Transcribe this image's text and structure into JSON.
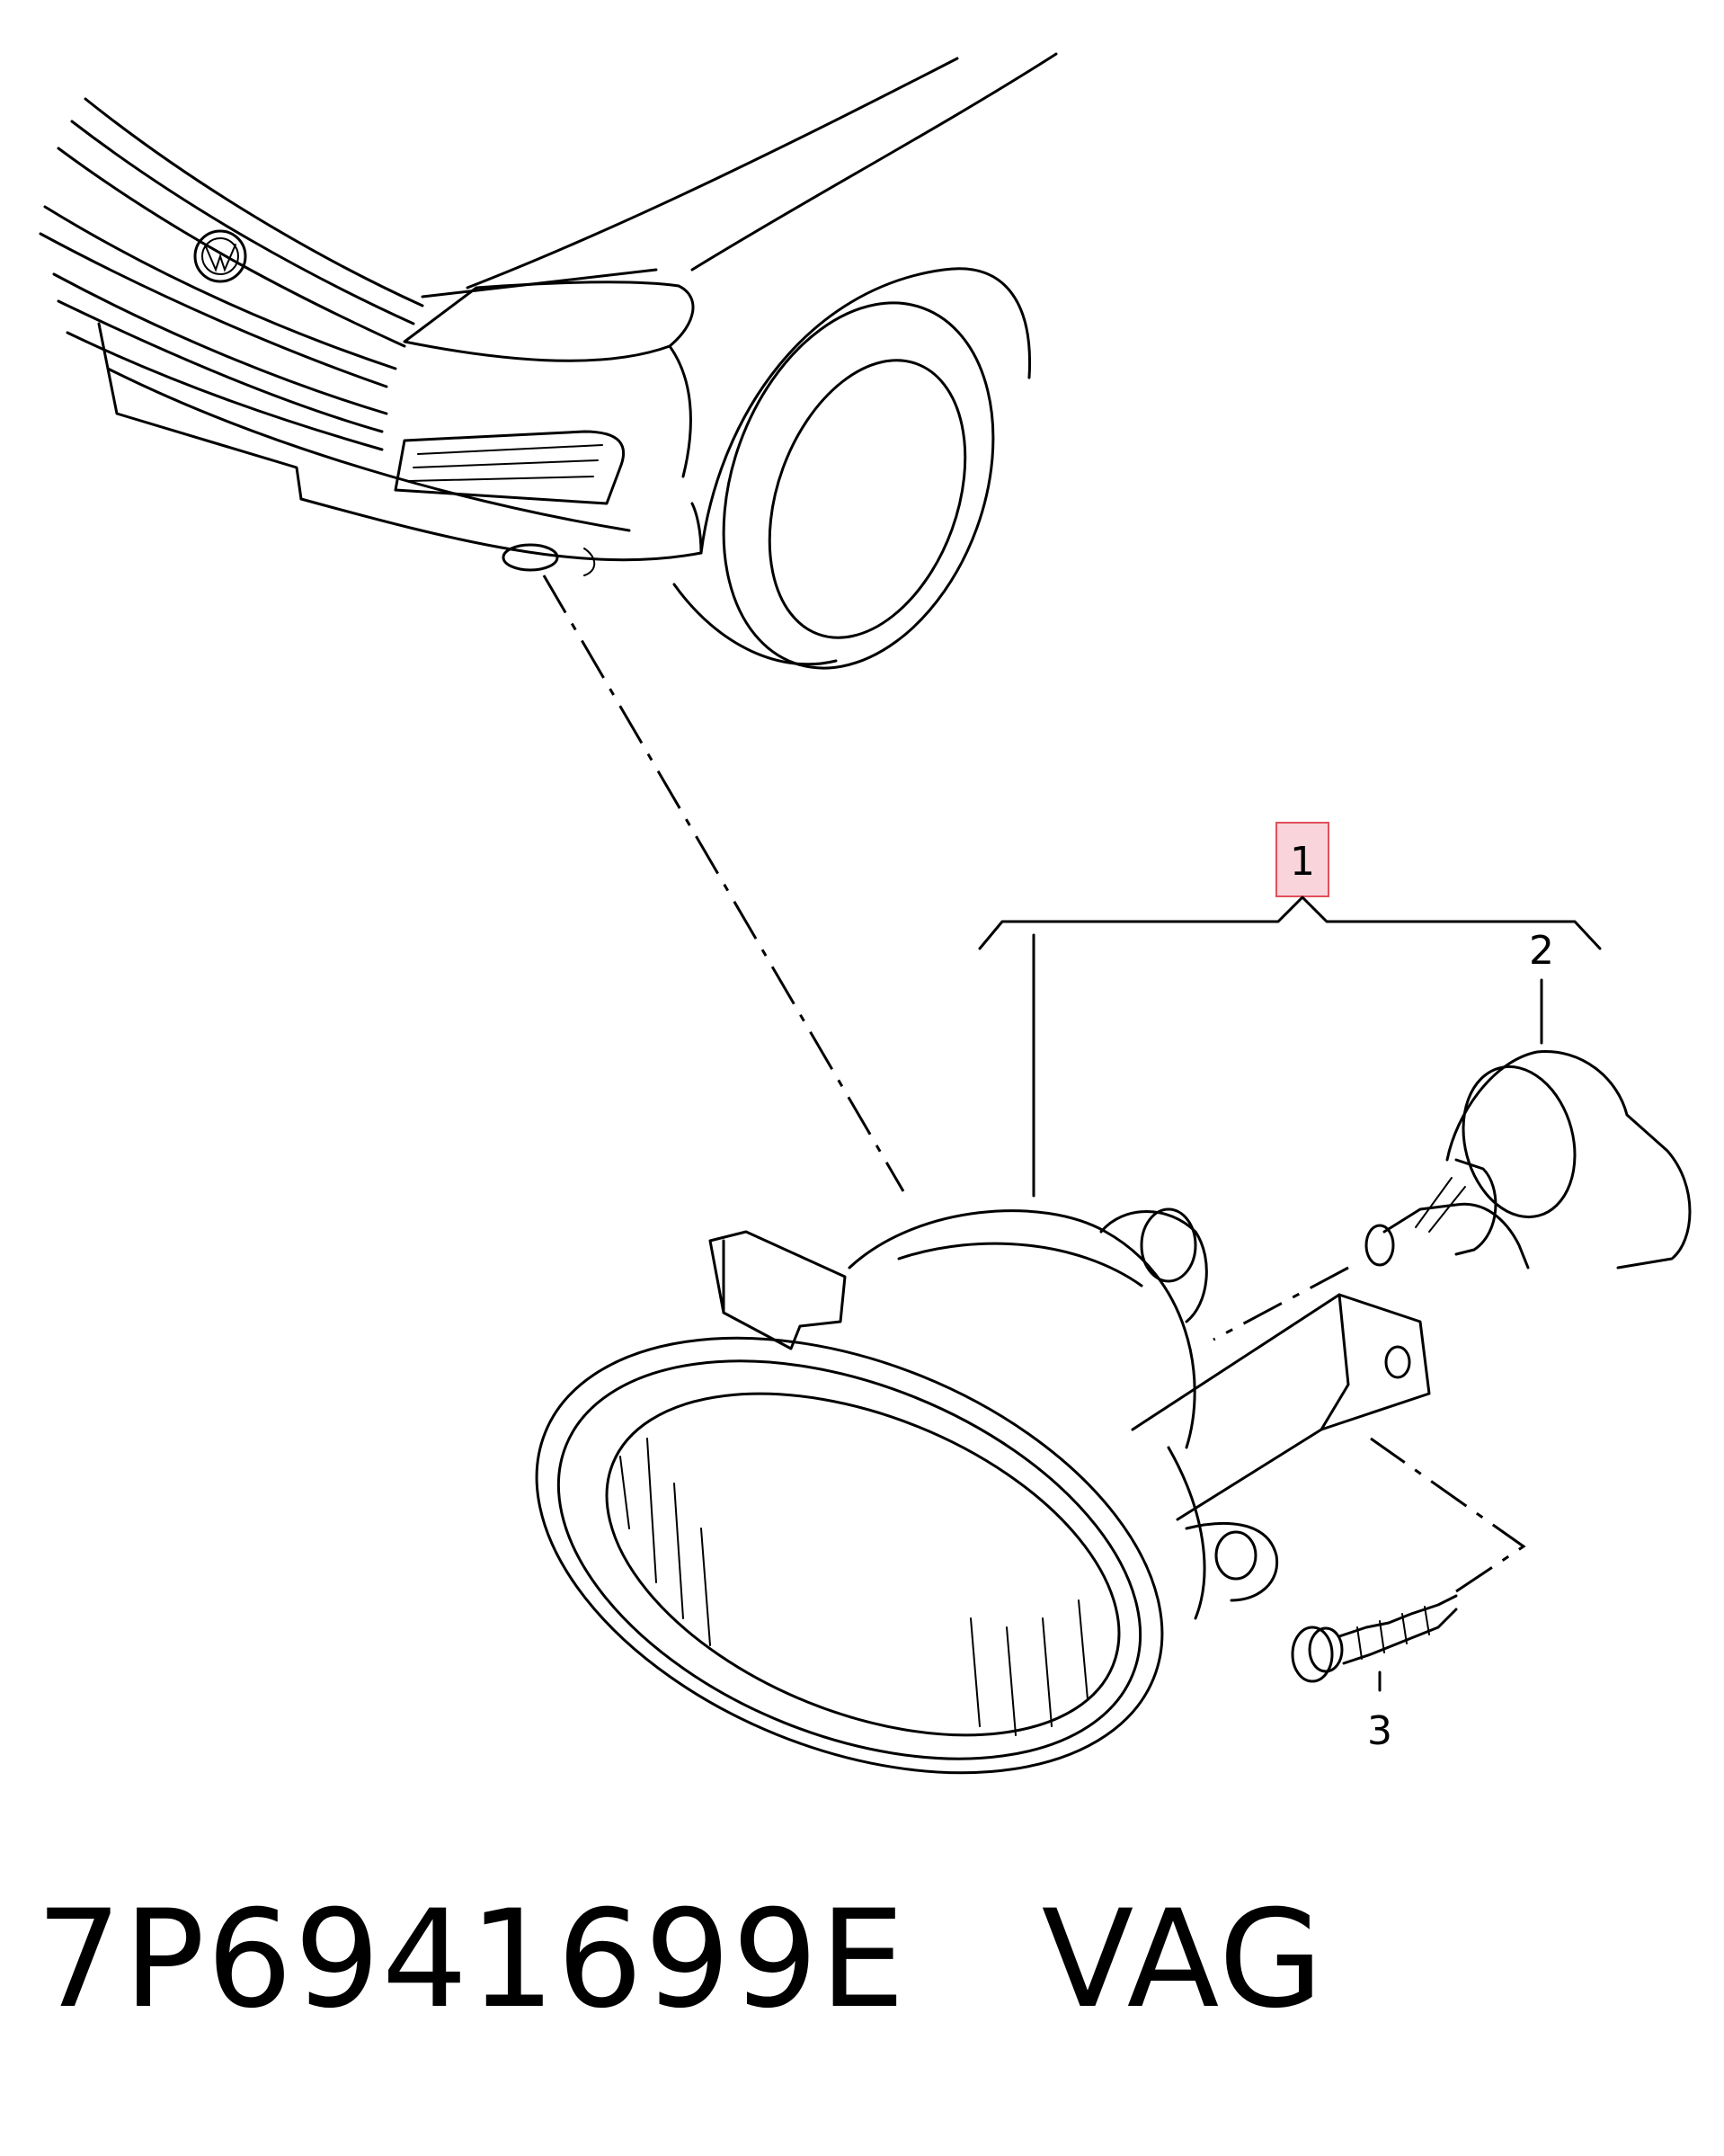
{
  "callouts": {
    "item_1": "1",
    "item_2": "2",
    "item_3": "3"
  },
  "caption": {
    "part_number": "7P6941699E",
    "brand": "VAG"
  },
  "colors": {
    "line": "#000000",
    "highlight_fill": "#f9d4da",
    "highlight_stroke": "#e0505a"
  },
  "icons": [
    "vw-logo-icon"
  ]
}
